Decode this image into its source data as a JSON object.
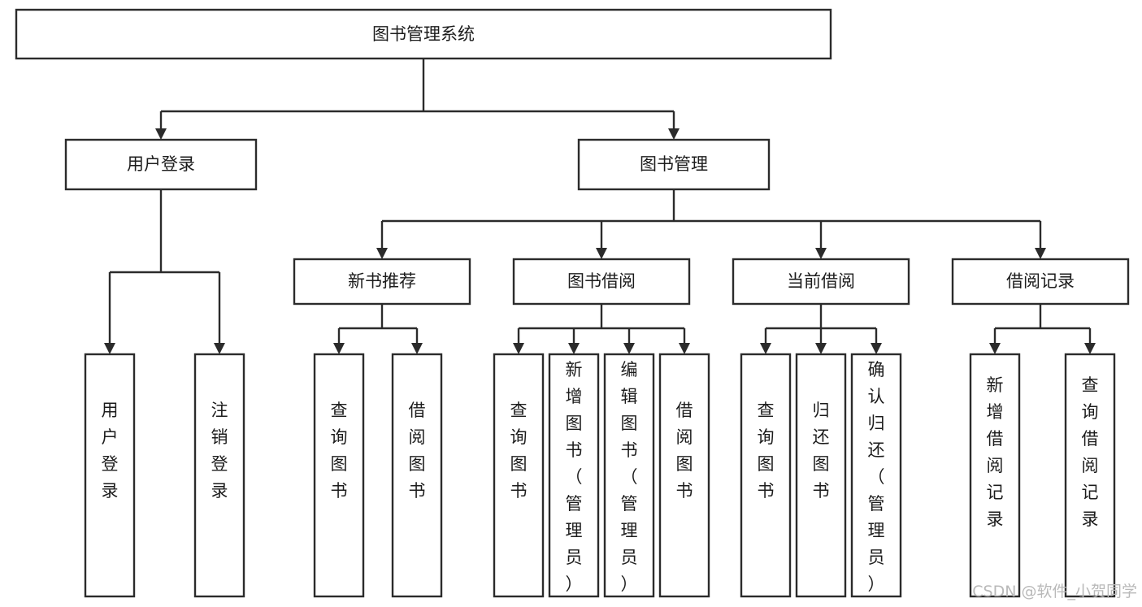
{
  "diagram": {
    "type": "tree-hierarchy-chart",
    "title": "图书管理系统",
    "orientation": "top-down",
    "colors": {
      "box_stroke": "#2b2b2b",
      "box_fill": "#ffffff",
      "connector": "#2b2b2b",
      "text": "#1c1c1c",
      "background": "#ffffff",
      "watermark": "#b9b9b9"
    },
    "root": {
      "label": "图书管理系统",
      "orient": "horizontal"
    },
    "level2": [
      {
        "label": "用户登录",
        "orient": "horizontal"
      },
      {
        "label": "图书管理",
        "orient": "horizontal"
      }
    ],
    "level3": [
      {
        "label": "新书推荐",
        "orient": "horizontal"
      },
      {
        "label": "图书借阅",
        "orient": "horizontal"
      },
      {
        "label": "当前借阅",
        "orient": "horizontal"
      },
      {
        "label": "借阅记录",
        "orient": "horizontal"
      }
    ],
    "leaves": {
      "user_login": [
        {
          "label": "用户登录",
          "orient": "vertical"
        },
        {
          "label": "注销登录",
          "orient": "vertical"
        }
      ],
      "new_book_recommend": [
        {
          "label": "查询图书",
          "orient": "vertical"
        },
        {
          "label": "借阅图书",
          "orient": "vertical"
        }
      ],
      "book_borrow": [
        {
          "label": "查询图书",
          "orient": "vertical"
        },
        {
          "label": "新增图书（管理员）",
          "orient": "vertical"
        },
        {
          "label": "编辑图书（管理员）",
          "orient": "vertical"
        },
        {
          "label": "借阅图书",
          "orient": "vertical"
        }
      ],
      "current_borrow": [
        {
          "label": "查询图书",
          "orient": "vertical"
        },
        {
          "label": "归还图书",
          "orient": "vertical"
        },
        {
          "label": "确认归还（管理员）",
          "orient": "vertical"
        }
      ],
      "borrow_record": [
        {
          "label": "新增借阅记录",
          "orient": "vertical"
        },
        {
          "label": "查询借阅记录",
          "orient": "vertical"
        }
      ]
    }
  },
  "watermark": {
    "text": "CSDN @软件_小贺同学"
  }
}
